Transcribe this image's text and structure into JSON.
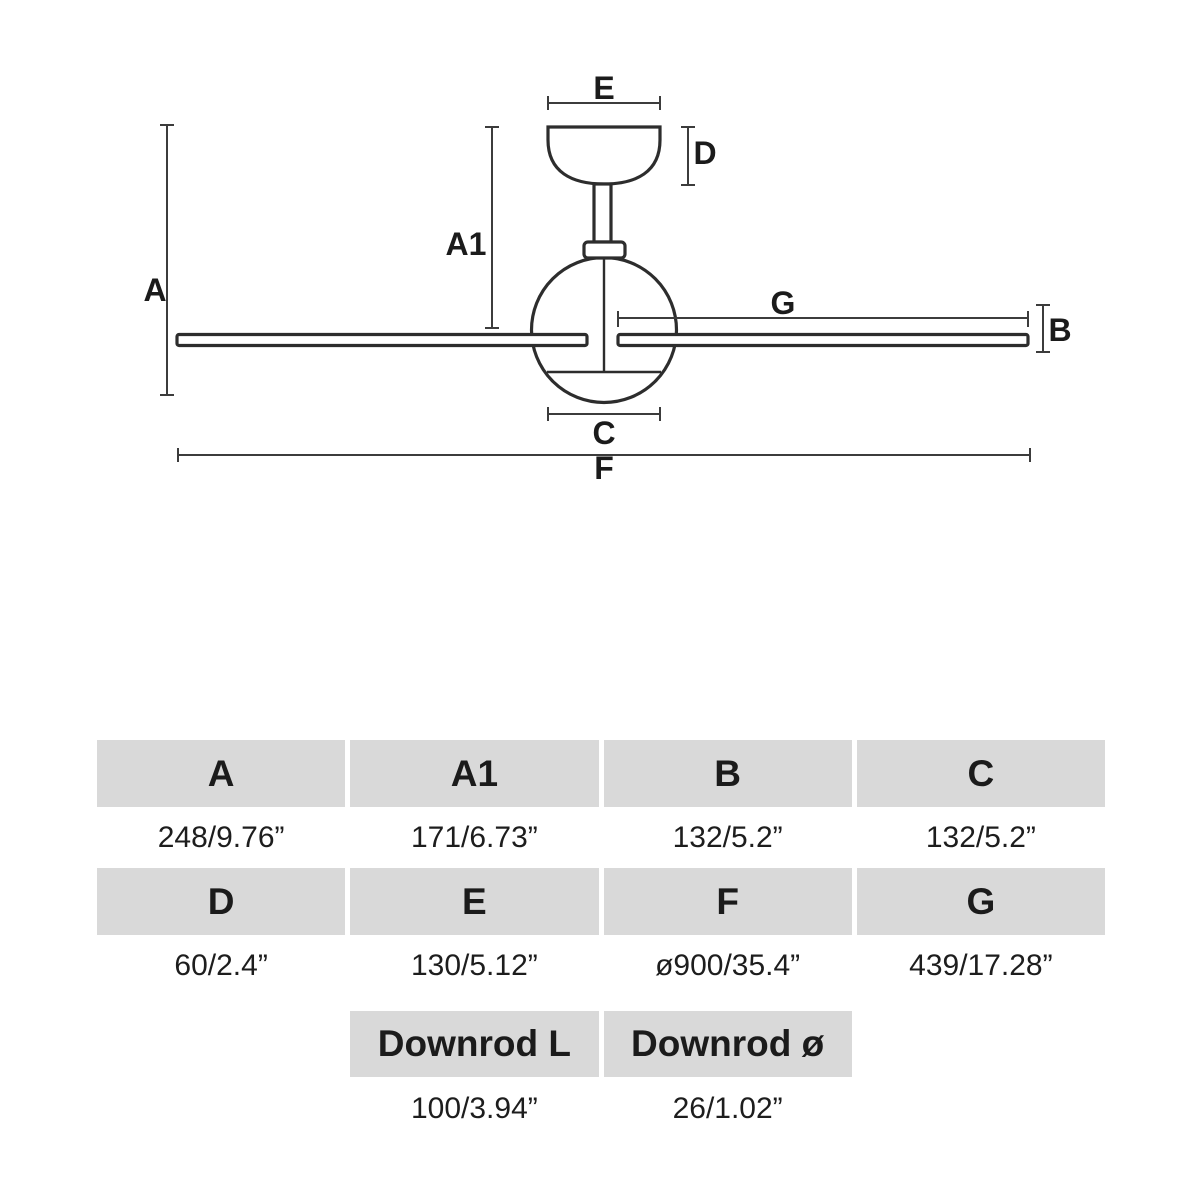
{
  "diagram": {
    "labels": {
      "a": "A",
      "a1": "A1",
      "b": "B",
      "c": "C",
      "d": "D",
      "e": "E",
      "f": "F",
      "g": "G"
    }
  },
  "table": {
    "row1": {
      "headers": [
        "A",
        "A1",
        "B",
        "C"
      ],
      "values": [
        "248/9.76”",
        "171/6.73”",
        "132/5.2”",
        "132/5.2”"
      ]
    },
    "row2": {
      "headers": [
        "D",
        "E",
        "F",
        "G"
      ],
      "values": [
        "60/2.4”",
        "130/5.12”",
        "ø900/35.4”",
        "439/17.28”"
      ]
    },
    "row3": {
      "headers": [
        "Downrod L",
        "Downrod ø"
      ],
      "values": [
        "100/3.94”",
        "26/1.02”"
      ]
    }
  },
  "colors": {
    "header_bg": "#d9d9d9",
    "line": "#2d2d2d",
    "dim_line": "#3c3c3c",
    "text": "#1d1d1d"
  }
}
